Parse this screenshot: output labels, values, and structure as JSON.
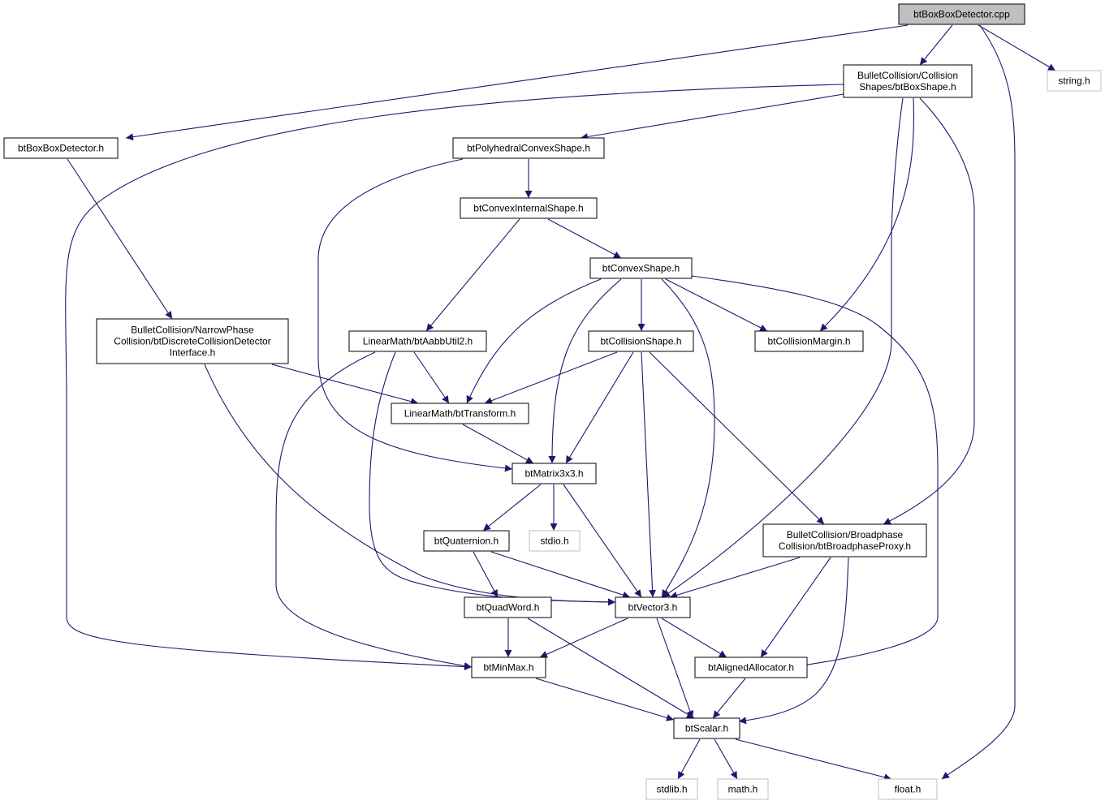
{
  "graph": {
    "nodes": [
      {
        "id": "root",
        "lines": [
          "btBoxBoxDetector.cpp"
        ],
        "kind": "root"
      },
      {
        "id": "btBoxShape",
        "lines": [
          "BulletCollision/Collision",
          "Shapes/btBoxShape.h"
        ],
        "kind": "internal"
      },
      {
        "id": "string",
        "lines": [
          "string.h"
        ],
        "kind": "external"
      },
      {
        "id": "btBoxBoxDetector_h",
        "lines": [
          "btBoxBoxDetector.h"
        ],
        "kind": "internal"
      },
      {
        "id": "btPolyhedralConvexShape",
        "lines": [
          "btPolyhedralConvexShape.h"
        ],
        "kind": "internal"
      },
      {
        "id": "btConvexInternalShape",
        "lines": [
          "btConvexInternalShape.h"
        ],
        "kind": "internal"
      },
      {
        "id": "btConvexShape",
        "lines": [
          "btConvexShape.h"
        ],
        "kind": "internal"
      },
      {
        "id": "btDiscreteCollisionDetector",
        "lines": [
          "BulletCollision/NarrowPhase",
          "Collision/btDiscreteCollisionDetector",
          "Interface.h"
        ],
        "kind": "internal"
      },
      {
        "id": "btAabbUtil2",
        "lines": [
          "LinearMath/btAabbUtil2.h"
        ],
        "kind": "internal"
      },
      {
        "id": "btCollisionShape",
        "lines": [
          "btCollisionShape.h"
        ],
        "kind": "internal"
      },
      {
        "id": "btCollisionMargin",
        "lines": [
          "btCollisionMargin.h"
        ],
        "kind": "internal"
      },
      {
        "id": "btTransform",
        "lines": [
          "LinearMath/btTransform.h"
        ],
        "kind": "internal"
      },
      {
        "id": "btMatrix3x3",
        "lines": [
          "btMatrix3x3.h"
        ],
        "kind": "internal"
      },
      {
        "id": "btQuaternion",
        "lines": [
          "btQuaternion.h"
        ],
        "kind": "internal"
      },
      {
        "id": "stdio",
        "lines": [
          "stdio.h"
        ],
        "kind": "external"
      },
      {
        "id": "btBroadphaseProxy",
        "lines": [
          "BulletCollision/Broadphase",
          "Collision/btBroadphaseProxy.h"
        ],
        "kind": "internal"
      },
      {
        "id": "btQuadWord",
        "lines": [
          "btQuadWord.h"
        ],
        "kind": "internal"
      },
      {
        "id": "btVector3",
        "lines": [
          "btVector3.h"
        ],
        "kind": "internal"
      },
      {
        "id": "btMinMax",
        "lines": [
          "btMinMax.h"
        ],
        "kind": "internal"
      },
      {
        "id": "btAlignedAllocator",
        "lines": [
          "btAlignedAllocator.h"
        ],
        "kind": "internal"
      },
      {
        "id": "btScalar",
        "lines": [
          "btScalar.h"
        ],
        "kind": "internal"
      },
      {
        "id": "stdlib",
        "lines": [
          "stdlib.h"
        ],
        "kind": "external"
      },
      {
        "id": "math",
        "lines": [
          "math.h"
        ],
        "kind": "external"
      },
      {
        "id": "float",
        "lines": [
          "float.h"
        ],
        "kind": "external"
      }
    ],
    "edges": [
      {
        "from": "root",
        "to": "btBoxBoxDetector_h"
      },
      {
        "from": "root",
        "to": "btBoxShape"
      },
      {
        "from": "root",
        "to": "string"
      },
      {
        "from": "root",
        "to": "float"
      },
      {
        "from": "btBoxShape",
        "to": "btMinMax"
      },
      {
        "from": "btBoxShape",
        "to": "btPolyhedralConvexShape"
      },
      {
        "from": "btBoxShape",
        "to": "btVector3"
      },
      {
        "from": "btBoxShape",
        "to": "btCollisionMargin"
      },
      {
        "from": "btBoxShape",
        "to": "btBroadphaseProxy"
      },
      {
        "from": "btBoxBoxDetector_h",
        "to": "btDiscreteCollisionDetector"
      },
      {
        "from": "btPolyhedralConvexShape",
        "to": "btConvexInternalShape"
      },
      {
        "from": "btPolyhedralConvexShape",
        "to": "btMatrix3x3"
      },
      {
        "from": "btConvexInternalShape",
        "to": "btAabbUtil2"
      },
      {
        "from": "btConvexInternalShape",
        "to": "btConvexShape"
      },
      {
        "from": "btConvexShape",
        "to": "btTransform"
      },
      {
        "from": "btConvexShape",
        "to": "btMatrix3x3"
      },
      {
        "from": "btConvexShape",
        "to": "btCollisionShape"
      },
      {
        "from": "btConvexShape",
        "to": "btVector3"
      },
      {
        "from": "btConvexShape",
        "to": "btCollisionMargin"
      },
      {
        "from": "btConvexShape",
        "to": "btAlignedAllocator"
      },
      {
        "from": "btDiscreteCollisionDetector",
        "to": "btTransform"
      },
      {
        "from": "btDiscreteCollisionDetector",
        "to": "btVector3"
      },
      {
        "from": "btAabbUtil2",
        "to": "btTransform"
      },
      {
        "from": "btAabbUtil2",
        "to": "btVector3"
      },
      {
        "from": "btAabbUtil2",
        "to": "btMinMax"
      },
      {
        "from": "btCollisionShape",
        "to": "btTransform"
      },
      {
        "from": "btCollisionShape",
        "to": "btMatrix3x3"
      },
      {
        "from": "btCollisionShape",
        "to": "btVector3"
      },
      {
        "from": "btCollisionShape",
        "to": "btBroadphaseProxy"
      },
      {
        "from": "btTransform",
        "to": "btMatrix3x3"
      },
      {
        "from": "btMatrix3x3",
        "to": "btQuaternion"
      },
      {
        "from": "btMatrix3x3",
        "to": "stdio"
      },
      {
        "from": "btMatrix3x3",
        "to": "btVector3"
      },
      {
        "from": "btQuaternion",
        "to": "btQuadWord"
      },
      {
        "from": "btQuaternion",
        "to": "btVector3"
      },
      {
        "from": "btBroadphaseProxy",
        "to": "btVector3"
      },
      {
        "from": "btBroadphaseProxy",
        "to": "btAlignedAllocator"
      },
      {
        "from": "btBroadphaseProxy",
        "to": "btScalar"
      },
      {
        "from": "btQuadWord",
        "to": "btMinMax"
      },
      {
        "from": "btQuadWord",
        "to": "btScalar"
      },
      {
        "from": "btVector3",
        "to": "btMinMax"
      },
      {
        "from": "btVector3",
        "to": "btAlignedAllocator"
      },
      {
        "from": "btVector3",
        "to": "btScalar"
      },
      {
        "from": "btMinMax",
        "to": "btScalar"
      },
      {
        "from": "btAlignedAllocator",
        "to": "btScalar"
      },
      {
        "from": "btScalar",
        "to": "stdlib"
      },
      {
        "from": "btScalar",
        "to": "math"
      },
      {
        "from": "btScalar",
        "to": "float"
      }
    ],
    "colors": {
      "edge": "#191970",
      "root_fill": "#bfbfbf",
      "node_border": "#000000",
      "external_border": "#bfbfbf",
      "node_fill": "#ffffff"
    }
  }
}
